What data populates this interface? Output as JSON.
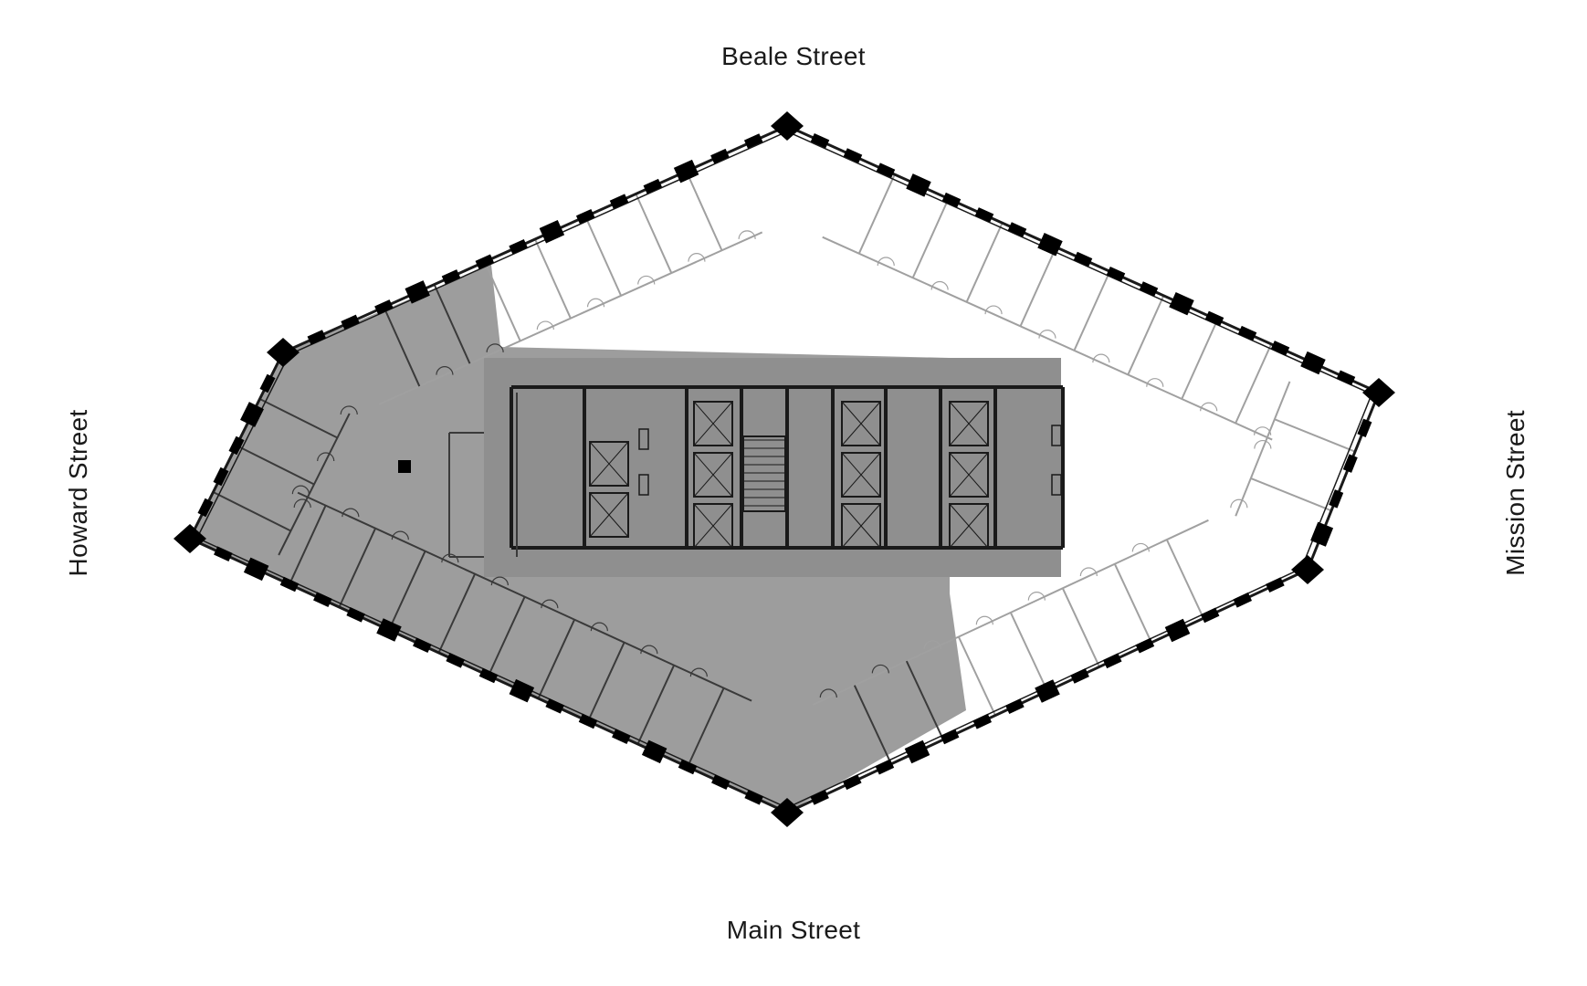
{
  "streets": {
    "top": "Beale Street",
    "bottom": "Main Street",
    "left": "Howard Street",
    "right": "Mission Street"
  },
  "colors": {
    "background": "#ffffff",
    "leased_fill": "#9d9d9d",
    "core_fill": "#8f8f8f",
    "wall": "#1a1a1a",
    "partition_on_white": "#a0a0a0",
    "partition_on_gray": "#3a3a3a",
    "column": "#000000"
  },
  "icons": [
    "elevator-icon",
    "stair-icon",
    "door-swing-icon"
  ]
}
